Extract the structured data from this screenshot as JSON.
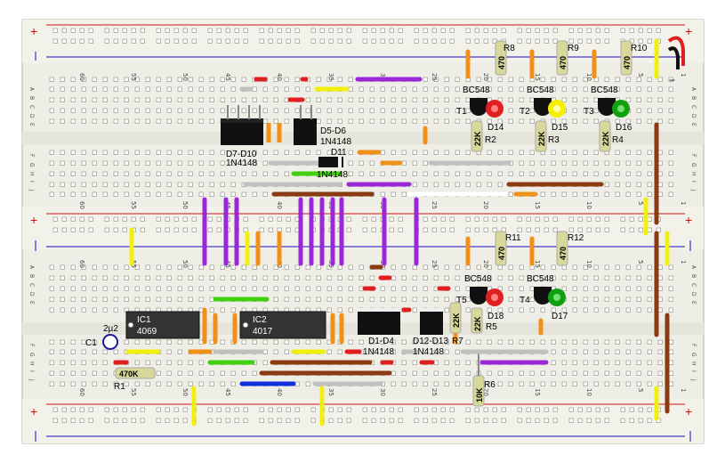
{
  "breadboard": {
    "column_numbers": [
      "60",
      "55",
      "50",
      "45",
      "40",
      "35",
      "30",
      "25",
      "20",
      "15",
      "10",
      "5",
      "1"
    ],
    "row_letters_top": [
      "A",
      "B",
      "C",
      "D",
      "E"
    ],
    "row_letters_bottom": [
      "F",
      "G",
      "H",
      "I",
      "J"
    ],
    "rail_plus": "+",
    "rail_minus": "−",
    "battery_minus": "−"
  },
  "upper_section": {
    "diodes_left": {
      "name": "D7-D10",
      "value": "1N4148"
    },
    "diodes_mid": {
      "name": "D5-D6",
      "value": "1N4148"
    },
    "diode_d11": {
      "name": "D11",
      "value": "1N4148"
    },
    "stages": [
      {
        "transistor": "T1",
        "model": "BC548",
        "resistor_top": "R8",
        "resistor_top_value": "470",
        "resistor_base": "R2",
        "resistor_base_value": "22K",
        "led": "D14",
        "led_color": "#e02020"
      },
      {
        "transistor": "T2",
        "model": "BC548",
        "resistor_top": "R9",
        "resistor_top_value": "470",
        "resistor_base": "R3",
        "resistor_base_value": "22K",
        "led": "D15",
        "led_color": "#f5f000"
      },
      {
        "transistor": "T3",
        "model": "BC548",
        "resistor_top": "R10",
        "resistor_top_value": "470",
        "resistor_base": "R4",
        "resistor_base_value": "22K",
        "led": "D16",
        "led_color": "#10a010"
      }
    ]
  },
  "lower_section": {
    "ic1": {
      "name": "IC1",
      "part": "4069"
    },
    "ic2": {
      "name": "IC2",
      "part": "4017"
    },
    "capacitor": {
      "name": "C1",
      "value": "2µ2"
    },
    "resistor_r1": {
      "name": "R1",
      "value": "470K"
    },
    "diodes_d1d4": {
      "name": "D1-D4",
      "value": "1N4148"
    },
    "diodes_d12d13": {
      "name": "D12-D13",
      "value": "1N4148"
    },
    "resistor_r6": {
      "name": "R6",
      "value": "10K"
    },
    "resistor_r7": {
      "name": "R7",
      "value": "22K"
    },
    "stages": [
      {
        "transistor": "T5",
        "model": "BC548",
        "resistor_top": "R11",
        "resistor_top_value": "470",
        "resistor_base": "R5",
        "resistor_base_value": "22K",
        "led": "D18",
        "led_color": "#e02020"
      },
      {
        "transistor": "T4",
        "model": "BC548",
        "resistor_top": "R12",
        "resistor_top_value": "470",
        "led": "D17",
        "led_color": "#10a010"
      }
    ]
  },
  "colors": {
    "board": "#efeee6",
    "rail_red": "#d01010",
    "rail_blue": "#1010c0",
    "hole": "#ffffff",
    "hole_border": "#8a8a80",
    "purple": "#9a28d8",
    "brown": "#8b3a12",
    "orange": "#f09018",
    "yellow": "#f0f010",
    "grey": "#c0c0c0",
    "green": "#40d010",
    "blue": "#1030e0",
    "red": "#e02020",
    "white": "#ffffff",
    "resistor": "#d8d89a"
  }
}
